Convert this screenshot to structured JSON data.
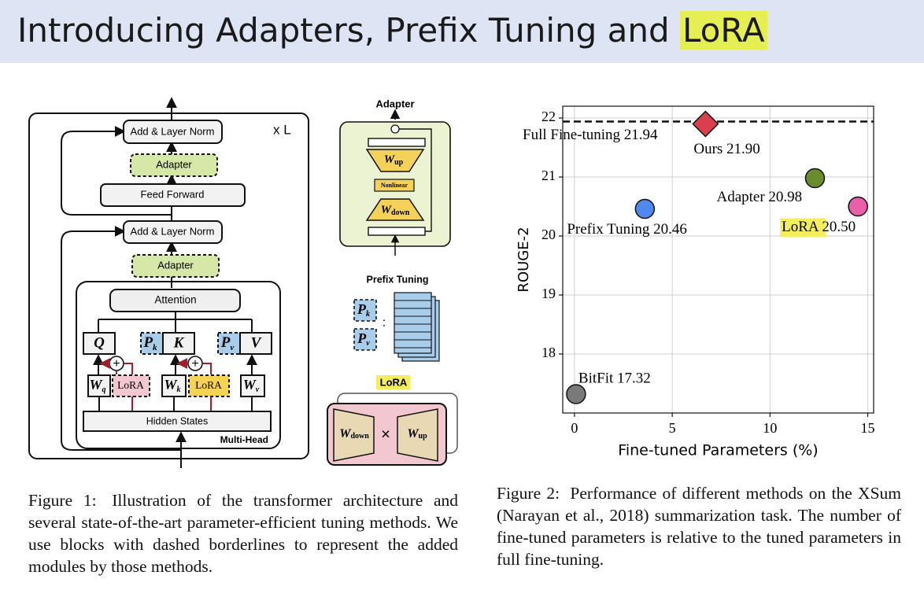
{
  "slide": {
    "title_prefix": "Introducing Adapters, Prefix Tuning and ",
    "title_highlight": "LoRA"
  },
  "figure1": {
    "layer_count": "x L",
    "add_norm_top": "Add & Layer Norm",
    "adapter_top": "Adapter",
    "feed_forward": "Feed Forward",
    "add_norm_bottom": "Add & Layer Norm",
    "adapter_bottom": "Adapter",
    "attention": "Attention",
    "q": "Q",
    "k": "K",
    "v": "V",
    "pk": "P",
    "pk_sub": "k",
    "pv": "P",
    "pv_sub": "v",
    "wq": "W",
    "wq_sub": "q",
    "wk": "W",
    "wk_sub": "k",
    "wv": "W",
    "wv_sub": "v",
    "lora_q": "LoRA",
    "lora_k": "LoRA",
    "hidden_states": "Hidden States",
    "multi_head": "Multi-Head",
    "panel_adapter_title": "Adapter",
    "w_up": "W",
    "w_up_sub": "up",
    "nonlinear": "Nonlinear",
    "w_down": "W",
    "w_down_sub": "down",
    "panel_prefix_title": "Prefix Tuning",
    "prefix_pk": "P",
    "prefix_pk_sub": "k",
    "prefix_pv": "P",
    "prefix_pv_sub": "v",
    "prefix_colon": ":",
    "panel_lora_title": "LoRA",
    "lora_w_down": "W",
    "lora_w_down_sub": "down",
    "lora_times": "×",
    "lora_w_up": "W",
    "lora_w_up_sub": "up",
    "caption_label": "Figure 1:",
    "caption_text": "Illustration of the transformer architecture and several state-of-the-art parameter-efficient tuning methods.  We use blocks with dashed borderlines to represent the added modules by those methods."
  },
  "figure2": {
    "caption_label": "Figure 2:",
    "caption_text": "Performance of different methods on the XSum (Narayan et al., 2018) summarization task. The number of fine-tuned parameters is relative to the tuned parameters in full fine-tuning."
  },
  "chart_data": {
    "type": "scatter",
    "xlabel": "Fine-tuned Parameters (%)",
    "ylabel": "ROUGE-2",
    "xlim": [
      -0.6,
      15.3
    ],
    "ylim": [
      17.0,
      22.2
    ],
    "xticks": [
      "0",
      "5",
      "10",
      "15"
    ],
    "yticks": [
      "18",
      "19",
      "20",
      "21",
      "22"
    ],
    "reference_line": {
      "label": "Full Fine-tuning 21.94",
      "value": 21.94,
      "style": "dashed"
    },
    "points": [
      {
        "label": "Ours 21.90",
        "x": 6.7,
        "y": 21.9,
        "color": "#d93f4c",
        "marker": "diamond"
      },
      {
        "label": "Adapter 20.98",
        "x": 12.3,
        "y": 20.98,
        "color": "#6b8c2e",
        "marker": "circle"
      },
      {
        "label": "LoRA 20.50",
        "x": 14.5,
        "y": 20.5,
        "color": "#ea5fa9",
        "marker": "circle",
        "label_highlight": "LoRA"
      },
      {
        "label": "Prefix Tuning 20.46",
        "x": 3.6,
        "y": 20.46,
        "color": "#4f89f0",
        "marker": "circle"
      },
      {
        "label": "BitFit 17.32",
        "x": 0.08,
        "y": 17.32,
        "color": "#7a7a7a",
        "marker": "circle"
      }
    ],
    "grid": true
  }
}
